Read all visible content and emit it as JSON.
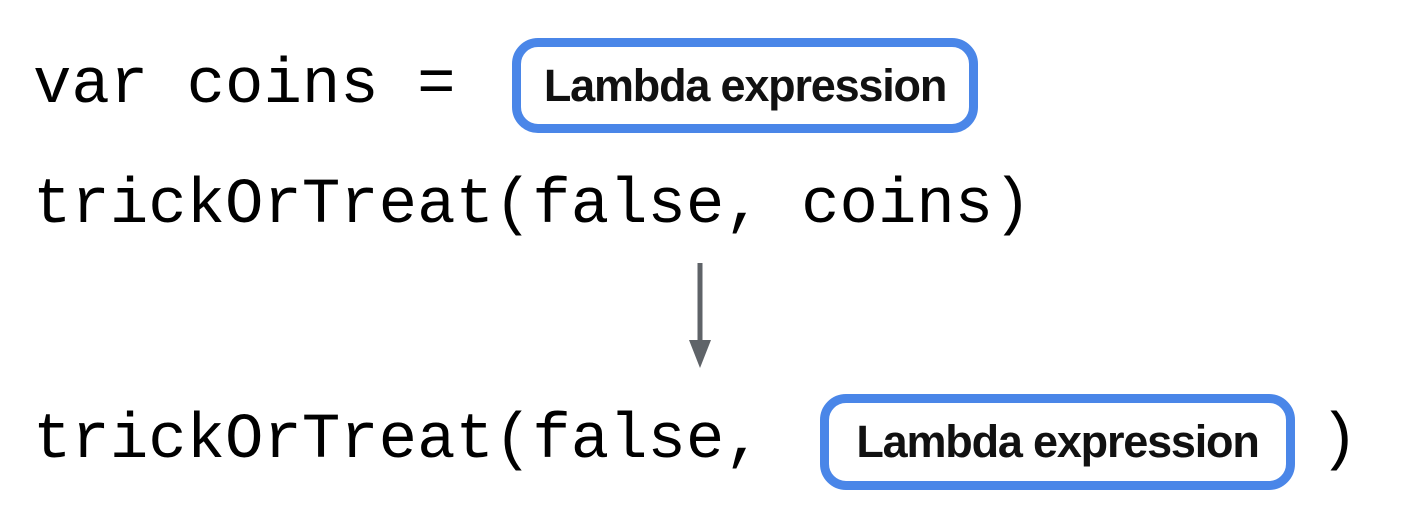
{
  "diagram": {
    "line1": {
      "code": "var coins =",
      "box_label": "Lambda expression"
    },
    "line2": {
      "code": "trickOrTreat(false, coins)"
    },
    "arrow": {
      "direction": "down",
      "color": "#5f6368"
    },
    "line3": {
      "code_before": "trickOrTreat(false,",
      "box_label": "Lambda expression",
      "code_after": ")"
    }
  },
  "colors": {
    "box_border": "#4A86E8",
    "box_background": "#ffffff",
    "code_text": "#000000",
    "label_text": "#111111",
    "background": "#ffffff"
  }
}
